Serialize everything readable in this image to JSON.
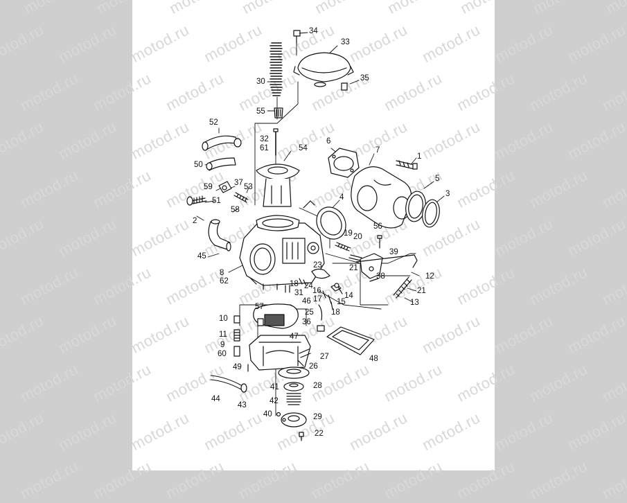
{
  "watermark": {
    "text": "motod.ru",
    "color": "#d8d8d8"
  },
  "callouts": {
    "c1": "1",
    "c2": "2",
    "c3": "3",
    "c4": "4",
    "c5": "5",
    "c6": "6",
    "c7": "7",
    "c8": "8",
    "c9": "9",
    "c10": "10",
    "c11": "11",
    "c12": "12",
    "c13": "13",
    "c14": "14",
    "c15": "15",
    "c16": "16",
    "c17": "17",
    "c18a": "18",
    "c18b": "18",
    "c19": "19",
    "c20": "20",
    "c21a": "21",
    "c21b": "21",
    "c22": "22",
    "c23": "23",
    "c24": "24",
    "c25": "25",
    "c26": "26",
    "c27": "27",
    "c28": "28",
    "c29": "29",
    "c30": "30",
    "c31": "31",
    "c32": "32",
    "c33": "33",
    "c34": "34",
    "c35": "35",
    "c36": "36",
    "c37": "37",
    "c38": "38",
    "c39": "39",
    "c40": "40",
    "c41": "41",
    "c42": "42",
    "c43": "43",
    "c44": "44",
    "c45": "45",
    "c46": "46",
    "c47": "47",
    "c48": "48",
    "c49": "49",
    "c50": "50",
    "c51": "51",
    "c52": "52",
    "c53": "53",
    "c54": "54",
    "c55": "55",
    "c56": "56",
    "c57": "57",
    "c58": "58",
    "c59": "59",
    "c60": "60",
    "c61": "61",
    "c62": "62"
  }
}
